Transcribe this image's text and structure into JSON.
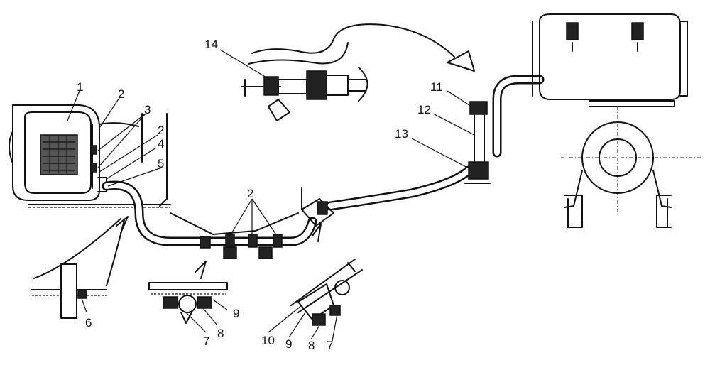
{
  "callouts": {
    "n1": "1",
    "n2a": "2",
    "n3": "3",
    "n2b": "2",
    "n4": "4",
    "n5": "5",
    "n2c": "2",
    "n6": "6",
    "n7a": "7",
    "n8a": "8",
    "n9a": "9",
    "n10": "10",
    "n9b": "9",
    "n8b": "8",
    "n7b": "7",
    "n11": "11",
    "n12": "12",
    "n13": "13",
    "n14": "14"
  }
}
